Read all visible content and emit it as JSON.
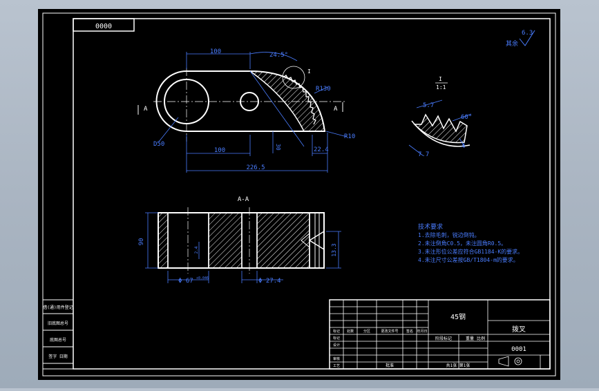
{
  "colors": {
    "background": "#000000",
    "frame": "#ffffff",
    "dimension": "#4a7dff",
    "hatch": "#ffffff",
    "text": "#ffffff",
    "window": "#aab5c2"
  },
  "drawing": {
    "drawing_number_box": "0000",
    "roughness_value": "6.3",
    "roughness_note": "其余",
    "view_marker": "A",
    "section_label": "A-A",
    "detail": {
      "label": "I",
      "scale": "1:1",
      "dim_pitch": "5.7",
      "dim_angle": "60°",
      "dim_depth": "4",
      "dim_width": "7.7"
    },
    "main_view": {
      "dim_top_100": "100",
      "dim_angle": "24.5°",
      "dim_r130": "R130",
      "dim_r10": "R10",
      "dim_d50": "D50",
      "dim_bottom_100": "100",
      "dim_30": "30",
      "dim_22_4": "22.4",
      "dim_total": "226.5",
      "detail_callout": "I"
    },
    "section_view": {
      "dim_height": "90",
      "dim_d67": "Φ 67",
      "dim_d67_tol": "+0.046",
      "dim_d27": "Φ 27.4",
      "dim_small": "2.4",
      "dim_13": "13.3"
    },
    "tech_requirements": {
      "title": "技术要求",
      "lines": [
        "1.去除毛刺，锐边倒钝。",
        "2.未注倒角C0.5，未注圆角R0.5。",
        "3.未注形位公差应符合GB1184-K的要求。",
        "4.未注尺寸公差按GB/T1804-m的要求。"
      ]
    },
    "title_block": {
      "material": "45钢",
      "part_name": "拨叉",
      "drawing_code": "0001",
      "scale_label": "比例",
      "sheet_label": "共1张 第1张",
      "row_labels": [
        "标记",
        "设计",
        "审核",
        "工艺"
      ],
      "header_labels": [
        "标记",
        "处数",
        "分区",
        "更改文件号",
        "签名",
        "年月日"
      ],
      "stage_label": "阶段标记",
      "weight_label": "重量",
      "ratio_label": "比例",
      "approve_label": "批准"
    },
    "side_block": {
      "labels": [
        "借(通)用件登记",
        "旧底图总号",
        "底图总号",
        "签字   日期"
      ]
    }
  }
}
